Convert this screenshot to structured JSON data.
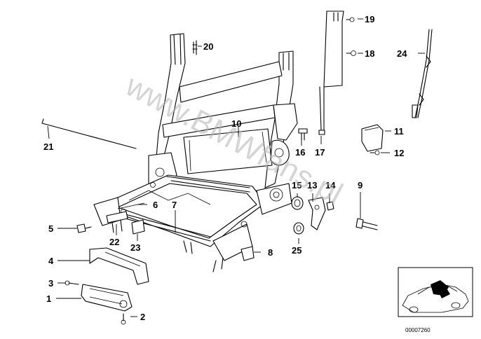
{
  "diagram": {
    "callouts": [
      {
        "id": "c1",
        "label": "1"
      },
      {
        "id": "c2",
        "label": "2"
      },
      {
        "id": "c3",
        "label": "3"
      },
      {
        "id": "c4",
        "label": "4"
      },
      {
        "id": "c5",
        "label": "5"
      },
      {
        "id": "c6",
        "label": "6"
      },
      {
        "id": "c7",
        "label": "7"
      },
      {
        "id": "c8",
        "label": "8"
      },
      {
        "id": "c9",
        "label": "9"
      },
      {
        "id": "c10",
        "label": "10"
      },
      {
        "id": "c11",
        "label": "11"
      },
      {
        "id": "c12",
        "label": "12"
      },
      {
        "id": "c13",
        "label": "13"
      },
      {
        "id": "c14",
        "label": "14"
      },
      {
        "id": "c15",
        "label": "15"
      },
      {
        "id": "c16",
        "label": "16"
      },
      {
        "id": "c17",
        "label": "17"
      },
      {
        "id": "c18",
        "label": "18"
      },
      {
        "id": "c19",
        "label": "19"
      },
      {
        "id": "c20",
        "label": "20"
      },
      {
        "id": "c21",
        "label": "21"
      },
      {
        "id": "c22",
        "label": "22"
      },
      {
        "id": "c23",
        "label": "23"
      },
      {
        "id": "c24",
        "label": "24"
      },
      {
        "id": "c25",
        "label": "25"
      }
    ],
    "watermark": "www.BMWfans.pl",
    "diagram_code": "00007260",
    "colors": {
      "line": "#000000",
      "background": "#ffffff",
      "watermark": "#b4b4b4"
    }
  }
}
